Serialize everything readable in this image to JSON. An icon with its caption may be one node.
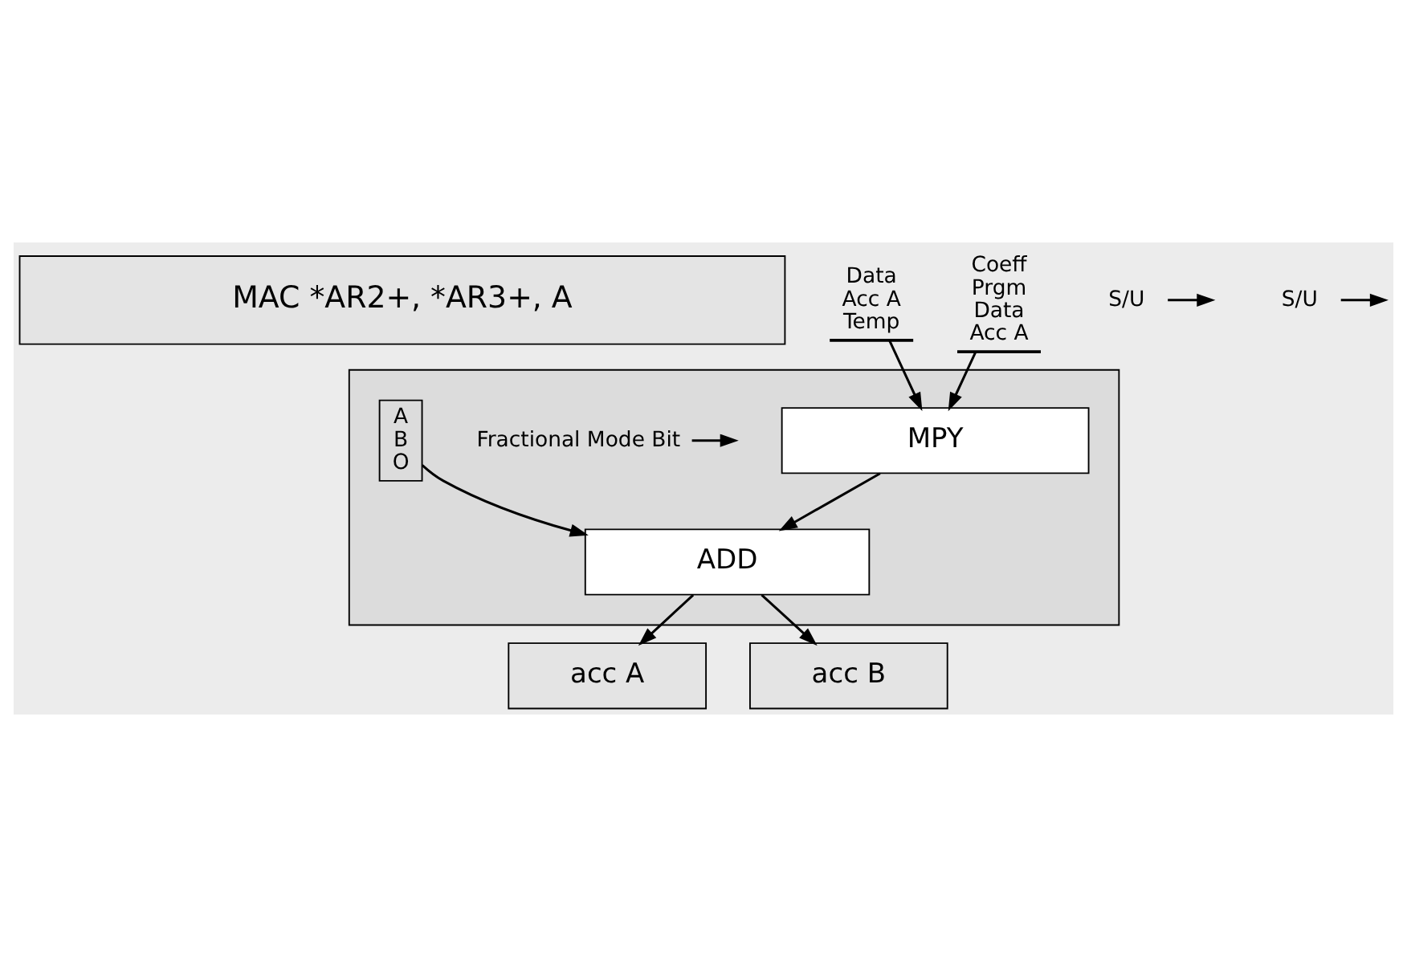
{
  "diagram": {
    "nodes": [
      {
        "text": [
          "MAC *AR2+, *AR3+, A"
        ]
      },
      {
        "text": [],
        "shape": "box"
      },
      {
        "text": [
          "MPY"
        ],
        "in": 1
      },
      {
        "text": [
          "ADD"
        ],
        "in": 1
      },
      {
        "text": [
          "acc A"
        ]
      },
      {
        "text": [
          "acc B"
        ]
      },
      {
        "text": [
          "Data",
          "Acc A",
          "Temp"
        ]
      },
      {
        "text": [
          "Coeff",
          "Prgm",
          "Data",
          "Acc A"
        ]
      },
      {
        "text": [
          "S/U"
        ]
      },
      {
        "text": [
          "S/U"
        ]
      },
      {
        "text": [
          "Fractional Mode Bit"
        ],
        "in": 1
      },
      {
        "text": [
          "A",
          "B",
          "O"
        ],
        "in": 1
      }
    ],
    "edges": [
      {
        "from": 6,
        "to": 2,
        "arrow": "to"
      },
      {
        "from": 7,
        "to": 2,
        "arrow": "to"
      },
      {
        "from": 8,
        "to": null,
        "arrow": "to"
      },
      {
        "from": 9,
        "to": null,
        "arrow": "to"
      },
      {
        "from": 10,
        "to": null,
        "arrow": "to"
      },
      {
        "from": 2,
        "to": 3,
        "arrow": "to"
      },
      {
        "from": 11,
        "to": 3,
        "arrow": "to"
      },
      {
        "from": 3,
        "to": 4,
        "arrow": "to"
      },
      {
        "from": 3,
        "to": 5,
        "arrow": "to"
      }
    ]
  }
}
